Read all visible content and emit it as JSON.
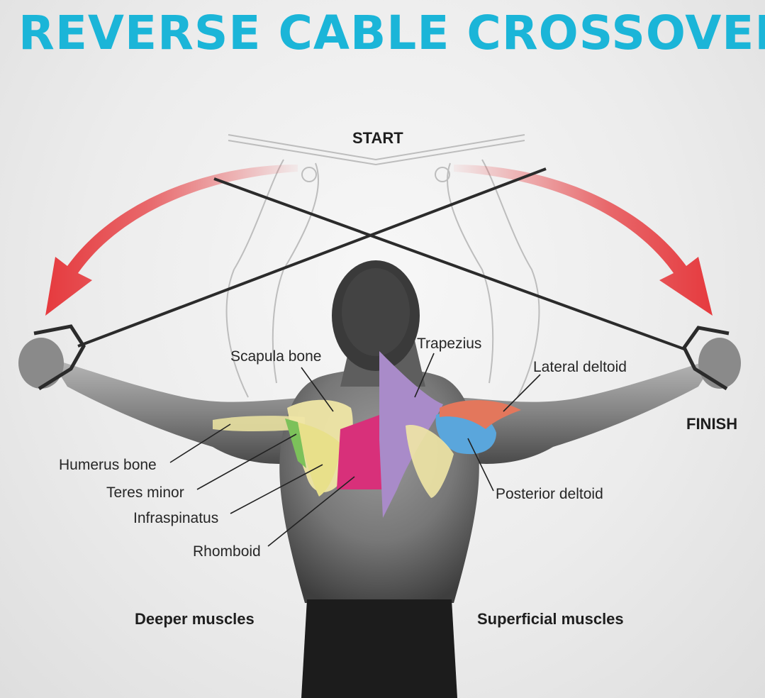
{
  "title": "REVERSE CABLE CROSSOVER",
  "labels": {
    "start": "START",
    "finish": "FINISH",
    "trapezius": "Trapezius",
    "scapula_bone": "Scapula bone",
    "lateral_deltoid": "Lateral deltoid",
    "humerus_bone": "Humerus bone",
    "teres_minor": "Teres minor",
    "infraspinatus": "Infraspinatus",
    "rhomboid": "Rhomboid",
    "posterior_deltoid": "Posterior deltoid",
    "deeper_muscles": "Deeper muscles",
    "superficial_muscles": "Superficial muscles"
  },
  "colors": {
    "title": "#1bb5d8",
    "arrow": "#e63a3e",
    "trapezius": "#a98bc9",
    "rhomboid": "#d8307a",
    "infraspinatus": "#e8e08a",
    "teres_minor": "#7cc15a",
    "posterior_deltoid": "#5aa6dc",
    "lateral_deltoid": "#e3775c",
    "scapula": "#efe6a5"
  }
}
